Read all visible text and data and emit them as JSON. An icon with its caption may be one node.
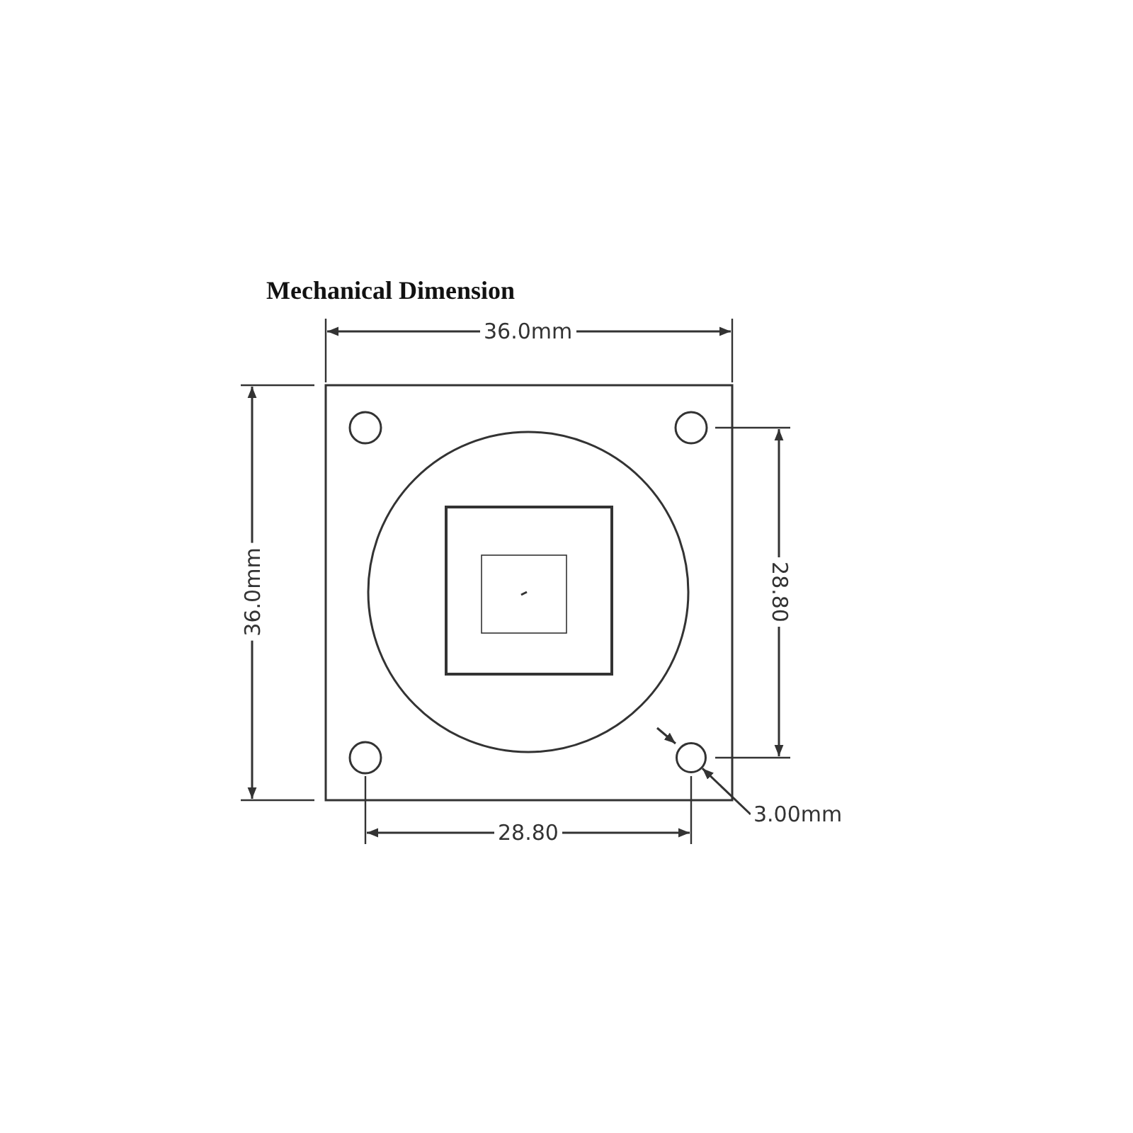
{
  "diagram": {
    "title": "Mechanical Dimension",
    "nodes": [
      {
        "text": [
          "3.00mm"
        ]
      },
      {
        "text": [],
        "shape": "circle"
      }
    ],
    "edges": [
      {
        "from": 0,
        "to": 1,
        "arrow": "to"
      }
    ],
    "labels": [
      "36.0mm",
      "36.0mm",
      "28.80",
      "28.80"
    ]
  }
}
